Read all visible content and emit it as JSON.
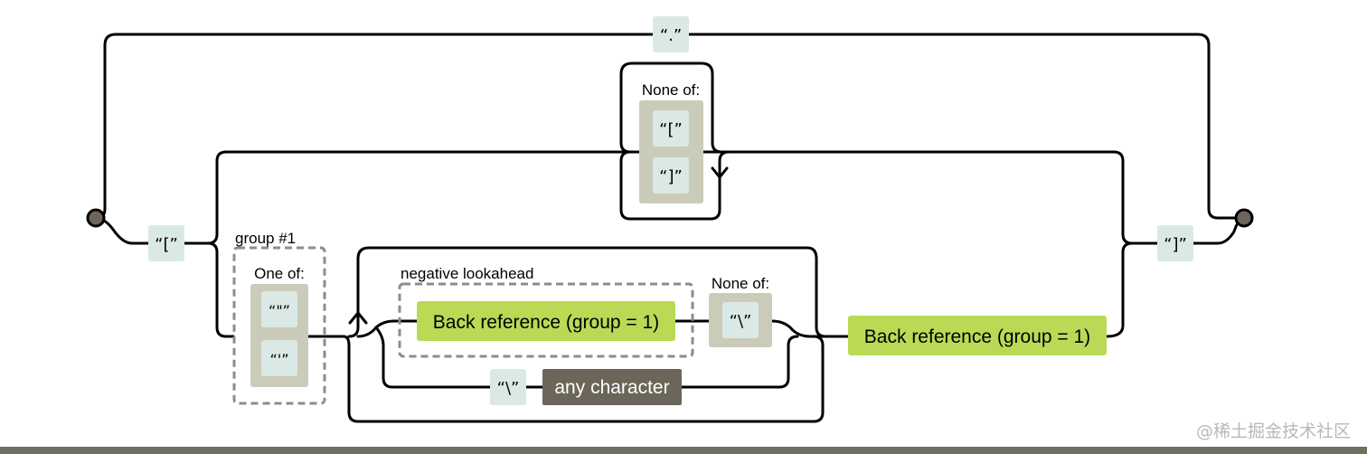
{
  "colors": {
    "literal_fill": "#dae9e5",
    "set_fill": "#cbcbba",
    "backref_fill": "#bada55",
    "any_char_fill": "#6b6659",
    "any_char_text": "#ffffff",
    "endpoint_fill": "#6b6659",
    "dashed_stroke": "#908c83"
  },
  "diagram": {
    "literal_dot": "“.”",
    "literal_open_bracket": "“[”",
    "literal_close_bracket": "“]”",
    "none_of_top": {
      "label": "None of:",
      "items": [
        "“[”",
        "“]”"
      ]
    },
    "group1": {
      "label": "group #1",
      "one_of_label": "One of:",
      "items": [
        "“\"”",
        "“'”"
      ]
    },
    "negative_lookahead": {
      "label": "negative lookahead",
      "backref": "Back reference (group = 1)"
    },
    "none_of_backslash": {
      "label": "None of:",
      "item": "“\\”"
    },
    "escape_backslash": "“\\”",
    "any_character": "any character",
    "final_backref": "Back reference (group = 1)"
  },
  "watermark": "@稀土掘金技术社区"
}
